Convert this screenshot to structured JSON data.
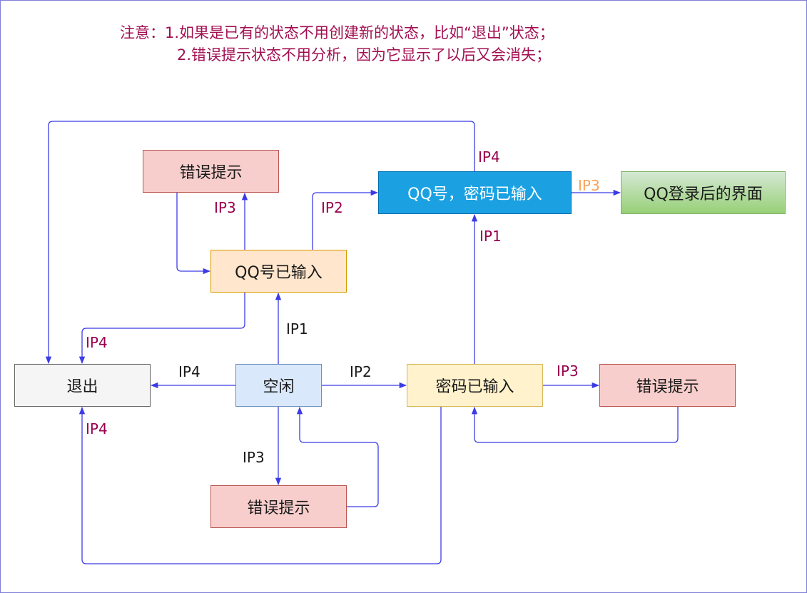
{
  "notes": {
    "line1": "注意：1.如果是已有的状态不用创建新的状态，比如“退出”状态；",
    "line2": "2.错误提示状态不用分析，因为它显示了以后又会消失；"
  },
  "nodes": {
    "exit": "退出",
    "idle": "空闲",
    "pwd_entered": "密码已输入",
    "error_right": "错误提示",
    "qq_entered": "QQ号已输入",
    "error_top": "错误提示",
    "qq_pwd_entered": "QQ号，密码已输入",
    "logged_in": "QQ登录后的界面",
    "error_bottom": "错误提示"
  },
  "edges": {
    "idle_to_exit": "IP4",
    "idle_to_pwd": "IP2",
    "idle_to_qq": "IP1",
    "idle_to_error": "IP3",
    "qq_to_error": "IP3",
    "qq_to_both": "IP2",
    "qq_to_exit": "IP4",
    "pwd_to_error": "IP3",
    "pwd_to_both": "IP1",
    "pwd_to_exit": "IP4",
    "both_to_exit": "IP4",
    "both_to_done": "IP3"
  },
  "colors": {
    "edge": "#3b3be6",
    "note_text": "#a20f52",
    "label_purple": "#99004d",
    "label_orange": "#f8a35a"
  }
}
